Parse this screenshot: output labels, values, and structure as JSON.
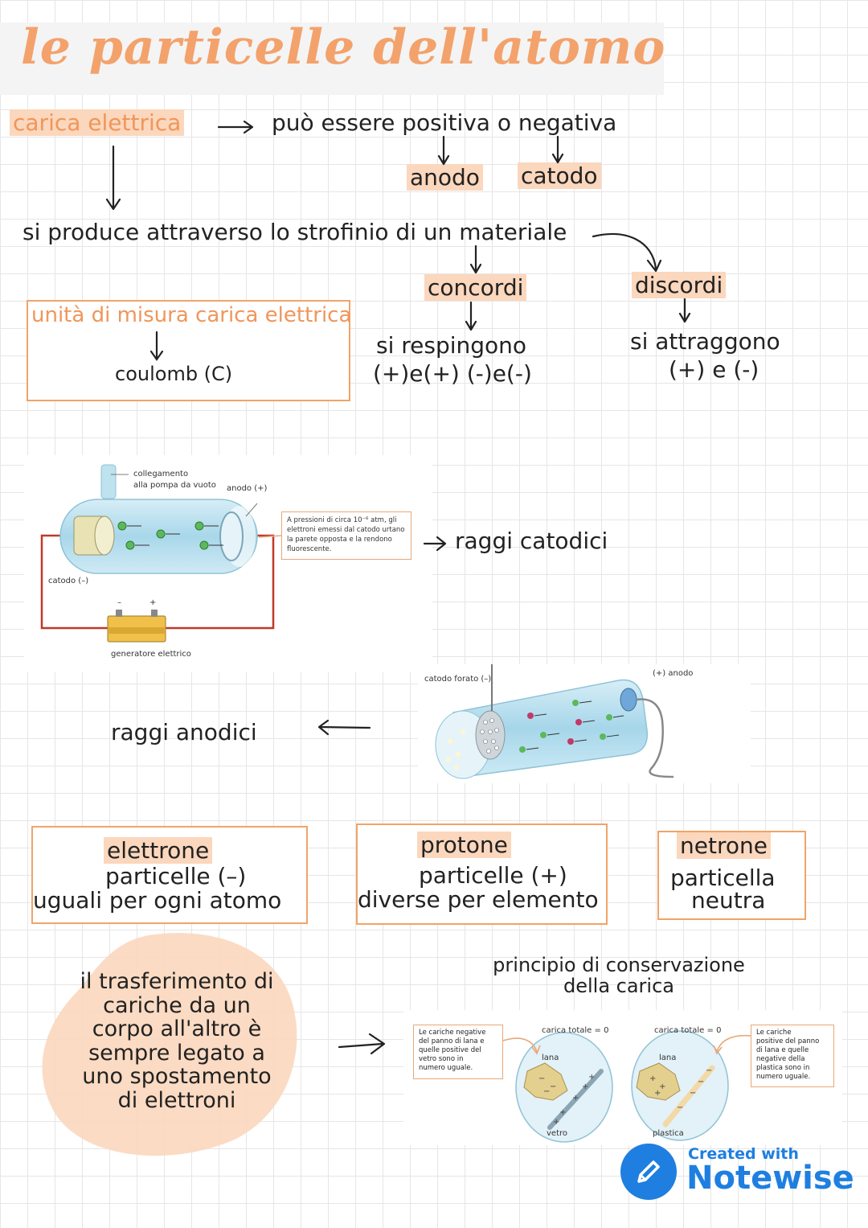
{
  "title": "le particelle dell'atomo",
  "carica": {
    "label": "carica elettrica",
    "desc": "può essere positiva o negativa",
    "anodo": "anodo",
    "catodo": "catodo",
    "produce": "si produce attraverso lo strofinio di un materiale",
    "concordi": "concordi",
    "discordi": "discordi",
    "respingono": "si respingono",
    "respingono_sym": "(+)e(+) (-)e(-)",
    "attraggono": "si attraggono",
    "attraggono_sym": "(+) e (-)"
  },
  "unit_box": {
    "title": "unità di misura carica elettrica",
    "value": "coulomb (C)"
  },
  "cathode_fig": {
    "collegamento": "collegamento",
    "pompa": "alla pompa da vuoto",
    "anodo": "anodo (+)",
    "catodo": "catodo (–)",
    "minus": "–",
    "plus": "+",
    "generatore": "generatore elettrico",
    "note": [
      "A pressioni di circa 10⁻⁶ atm, gli",
      "elettroni emessi dal catodo urtano",
      "la parete opposta e la rendono",
      "fluorescente."
    ]
  },
  "raggi_catodici": "raggi catodici",
  "anode_fig": {
    "catodo": "catodo forato (–)",
    "anodo": "(+) anodo"
  },
  "raggi_anodici": "raggi anodici",
  "particles": [
    {
      "name": "elettrone",
      "line1": "particelle (–)",
      "line2": "uguali per ogni atomo"
    },
    {
      "name": "protone",
      "line1": "particelle (+)",
      "line2": "diverse per elemento"
    },
    {
      "name": "netrone",
      "line1": "particella",
      "line2": "neutra"
    }
  ],
  "trasferimento": [
    "il trasferimento di",
    "cariche da un",
    "corpo all'altro è",
    "sempre legato a",
    "uno spostamento",
    "di elettroni"
  ],
  "principio": [
    "principio di conservazione",
    "della carica"
  ],
  "conservation_fig": {
    "note_left": [
      "Le cariche negative",
      "del panno di lana e",
      "quelle positive del",
      "vetro sono in",
      "numero uguale."
    ],
    "note_right": [
      "Le cariche",
      "positive del panno",
      "di lana e quelle",
      "negative della",
      "plastica sono in",
      "numero uguale."
    ],
    "totale_left": "carica totale = 0",
    "totale_right": "carica totale = 0",
    "lana_left": "lana",
    "lana_right": "lana",
    "vetro": "vetro",
    "plastica": "plastica"
  },
  "branding": {
    "created": "Created with",
    "name": "Notewise"
  },
  "colors": {
    "accent": "#f3a26c",
    "box_border": "#f0a468",
    "highlight": "#fbd7bd",
    "brand": "#1e7fe0"
  }
}
